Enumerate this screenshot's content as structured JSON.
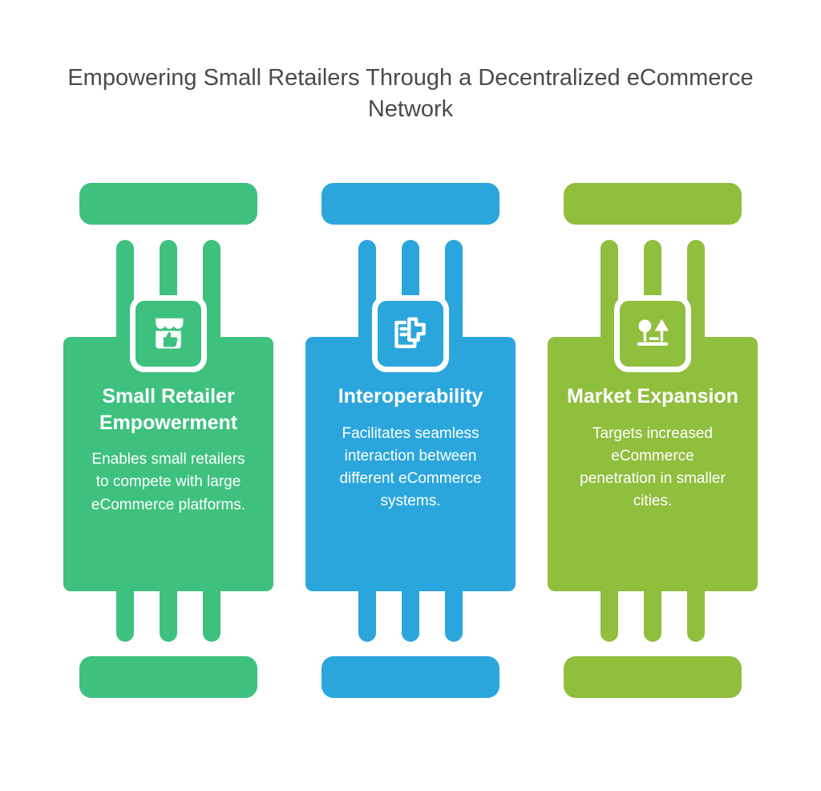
{
  "title": "Empowering Small Retailers Through a Decentralized eCommerce Network",
  "title_color": "#4a4a4a",
  "columns": [
    {
      "heading": "Small Retailer Empowerment",
      "description": "Enables small retailers to compete with large eCommerce platforms.",
      "color": "#3ec17e",
      "icon": "storefront-thumbs-up-icon"
    },
    {
      "heading": "Interoperability",
      "description": "Facilitates seamless interaction between different eCommerce systems.",
      "color": "#2ba6dc",
      "icon": "connected-systems-icon"
    },
    {
      "heading": "Market Expansion",
      "description": "Targets increased eCommerce penetration in smaller cities.",
      "color": "#90be3d",
      "icon": "park-growth-icon"
    }
  ]
}
